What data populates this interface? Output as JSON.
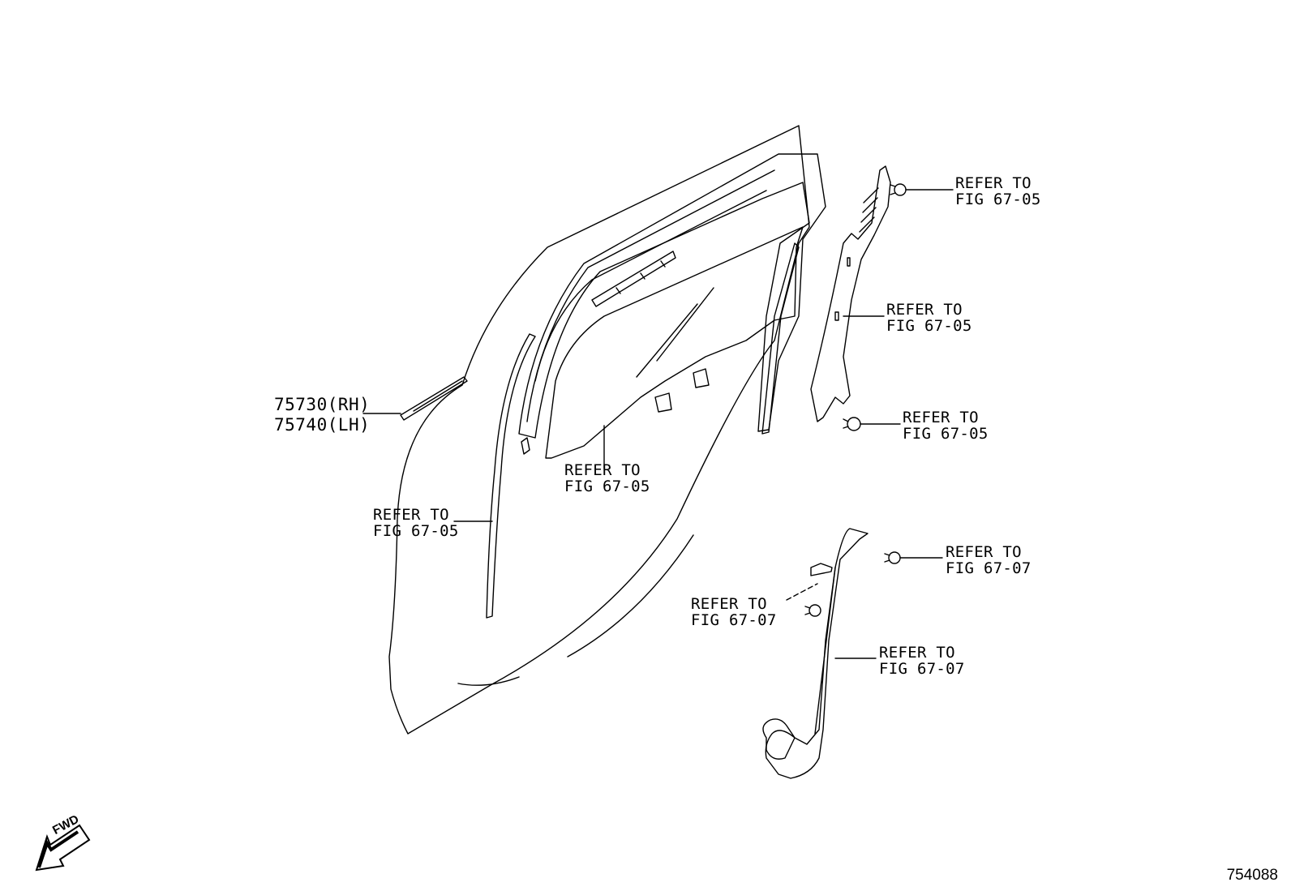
{
  "part_labels": {
    "rh": "75730(RH)",
    "lh": "75740(LH)"
  },
  "callouts": [
    {
      "line1": "REFER TO",
      "line2": "FIG 67-05"
    },
    {
      "line1": "REFER TO",
      "line2": "FIG 67-05"
    },
    {
      "line1": "REFER TO",
      "line2": "FIG 67-05"
    },
    {
      "line1": "REFER TO",
      "line2": "FIG 67-05"
    },
    {
      "line1": "REFER TO",
      "line2": "FIG 67-05"
    },
    {
      "line1": "REFER TO",
      "line2": "FIG 67-07"
    },
    {
      "line1": "REFER TO",
      "line2": "FIG 67-07"
    },
    {
      "line1": "REFER TO",
      "line2": "FIG 67-07"
    }
  ],
  "fwd_label": "FWD",
  "diagram_code": "754088"
}
